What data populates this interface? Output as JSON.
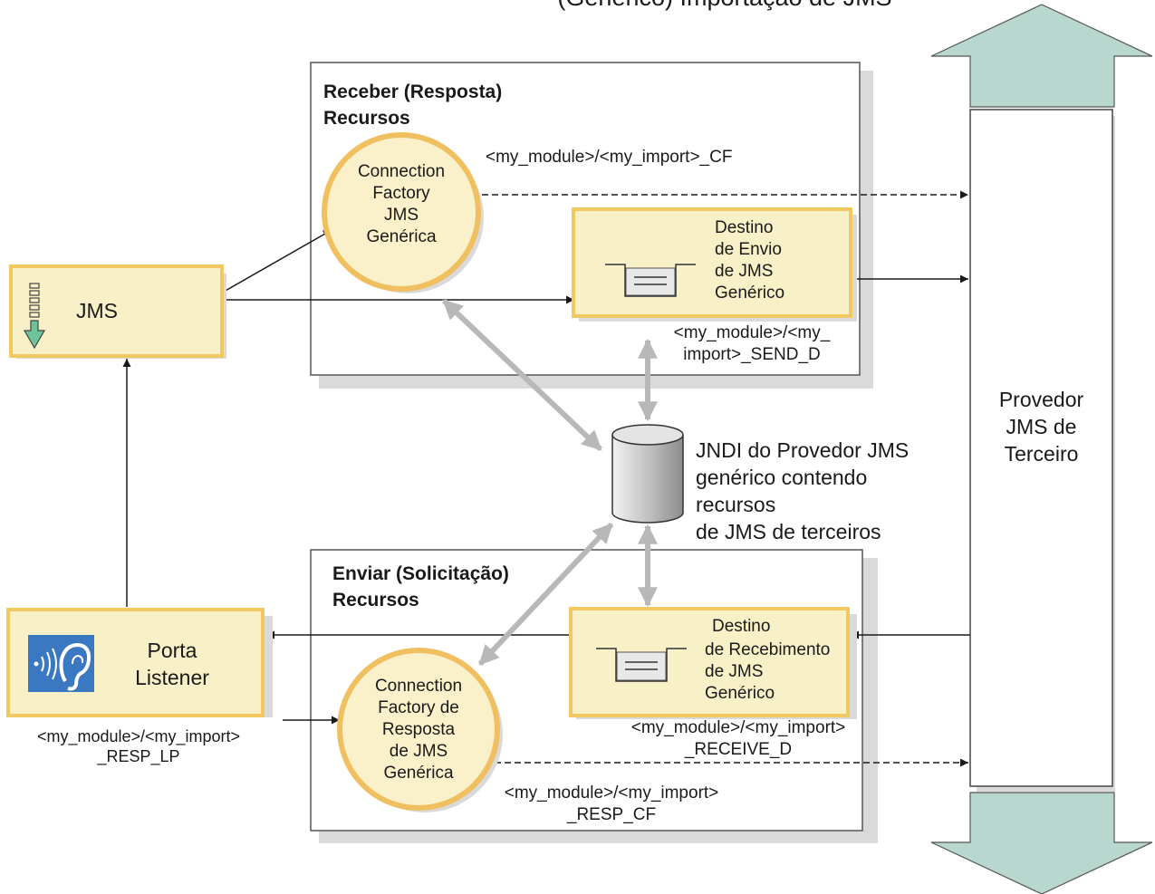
{
  "title": "(Genérico) Importação de JMS",
  "receive_group": {
    "title_line1": "Receber (Resposta)",
    "title_line2": "Recursos"
  },
  "send_group": {
    "title_line1": "Enviar (Solicitação)",
    "title_line2": "Recursos"
  },
  "jms_binding": {
    "label": "JMS",
    "icon": "download-arrow-icon"
  },
  "listener_port": {
    "label_line1": "Porta",
    "label_line2": "Listener",
    "icon": "listener-ear-icon",
    "jndi_line1": "<my_module>/<my_import>",
    "jndi_line2": "_RESP_LP"
  },
  "receive_cf": {
    "line1": "Connection",
    "line2": "Factory",
    "line3": "JMS",
    "line4": "Genérica",
    "jndi": "<my_module>/<my_import>_CF"
  },
  "send_dest": {
    "line1": "Destino",
    "line2": "de Envio",
    "line3": "de JMS",
    "line4": "Genérico",
    "jndi_line1": "<my_module>/<my_",
    "jndi_line2": "import>_SEND_D"
  },
  "receive_dest": {
    "line1": "Destino",
    "line2": "de Recebimento",
    "line3": "de JMS",
    "line4": "Genérico",
    "jndi_line1": "<my_module>/<my_import>",
    "jndi_line2": "_RECEIVE_D"
  },
  "response_cf": {
    "line1": "Connection",
    "line2": "Factory de",
    "line3": "Resposta",
    "line4": "de JMS",
    "line5": "Genérica",
    "jndi_line1": "<my_module>/<my_import>",
    "jndi_line2": "_RESP_CF"
  },
  "jndi_store": {
    "line1": "JNDI do Provedor JMS",
    "line2": "genérico contendo",
    "line3": "recursos",
    "line4": "de JMS de terceiros",
    "icon": "database-cylinder-icon"
  },
  "provider": {
    "line1": "Provedor",
    "line2": "JMS de",
    "line3": "Terceiro"
  },
  "colors": {
    "box_fill": "#f8f0c6",
    "box_border": "#f2c860",
    "circle_fill": "#faf0c9",
    "circle_border": "#f0c060",
    "arrow_fill": "#b7d7cf",
    "double_arrow": "#b8b8b8",
    "shadow": "#dadada"
  }
}
